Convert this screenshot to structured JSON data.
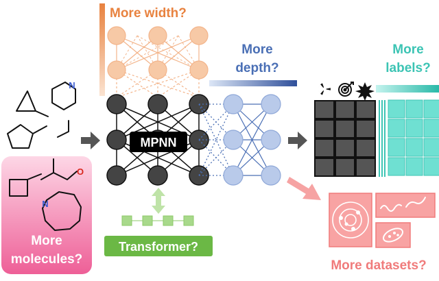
{
  "labels": {
    "width": "More width?",
    "depth_line1": "More",
    "depth_line2": "depth?",
    "labels_line1": "More",
    "labels_line2": "labels?",
    "core_model": "MPNN",
    "transformer": "Transformer?",
    "molecules_line1": "More",
    "molecules_line2": "molecules?",
    "datasets": "More datasets?",
    "atom_N_1": "N",
    "atom_N_2": "N",
    "atom_O": "O"
  },
  "colors": {
    "width": "#e8823f",
    "width_fill": "#f7c9a6",
    "depth": "#4a6fb5",
    "depth_fill": "#b9caea",
    "labels": "#3cc4b4",
    "labels_fill": "#6fe0d2",
    "core": "#404040",
    "transformer": "#6bb845",
    "transformer_fill": "#a8d98b",
    "molecules": "#e8397a",
    "molecules_fill": "#f6a8c6",
    "datasets": "#f07b7b",
    "datasets_fill": "#f8a3a3",
    "arrow": "#555555",
    "atom_N": "#3a5bd0",
    "atom_O": "#d8261c"
  },
  "icons": [
    "radiation-icon",
    "target-icon",
    "splat-icon"
  ]
}
